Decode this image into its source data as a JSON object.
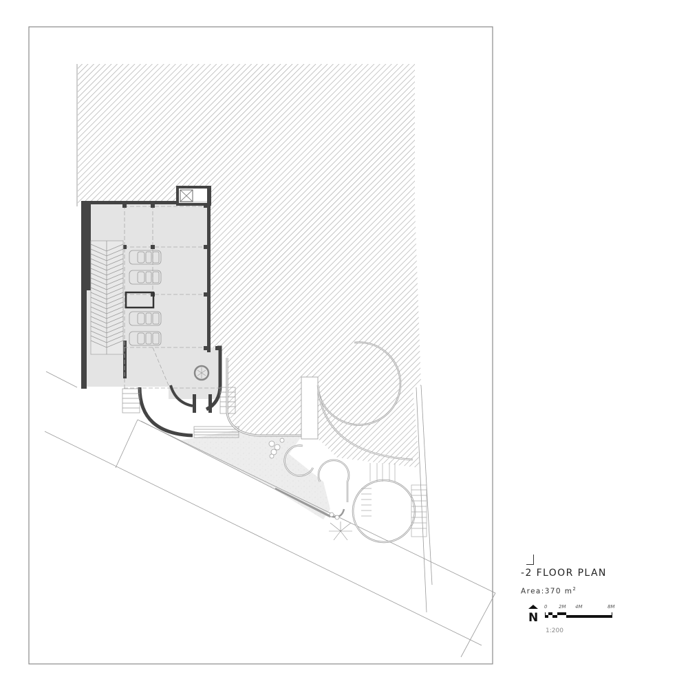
{
  "drawing": {
    "title": "-2 FLOOR PLAN",
    "area_label": "Area:",
    "area_value": "370",
    "area_unit": "m",
    "area_exponent": "2",
    "scale_ratio": "1:200",
    "scale_ticks": [
      "0",
      "2M",
      "4M",
      "8M"
    ],
    "north_label": "N",
    "colors": {
      "border": "#8a8a8a",
      "hatch": "#9a9a9a",
      "floor_fill": "#e4e4e4",
      "wall": "#444444",
      "line": "#8c8c8c",
      "gravel": "#ececec"
    }
  },
  "elements": {
    "parking_spaces": 4,
    "stair_label": "ramp-stair",
    "elevator_label": "elevator",
    "turntable_label": "car-turntable"
  }
}
